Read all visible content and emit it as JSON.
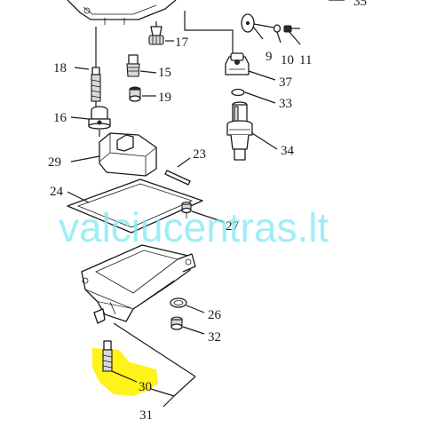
{
  "watermark": "valciucentras.lt",
  "highlight_color": "#fff200",
  "watermark_color": "#7fe9f3",
  "labels": {
    "p35": "35",
    "p17": "17",
    "p9": "9",
    "p10": "10",
    "p11": "11",
    "p18": "18",
    "p15": "15",
    "p37": "37",
    "p19": "19",
    "p33": "33",
    "p16": "16",
    "p34": "34",
    "p29": "29",
    "p23": "23",
    "p24": "24",
    "p27": "27",
    "p26": "26",
    "p32": "32",
    "p30": "30",
    "p31": "31"
  }
}
